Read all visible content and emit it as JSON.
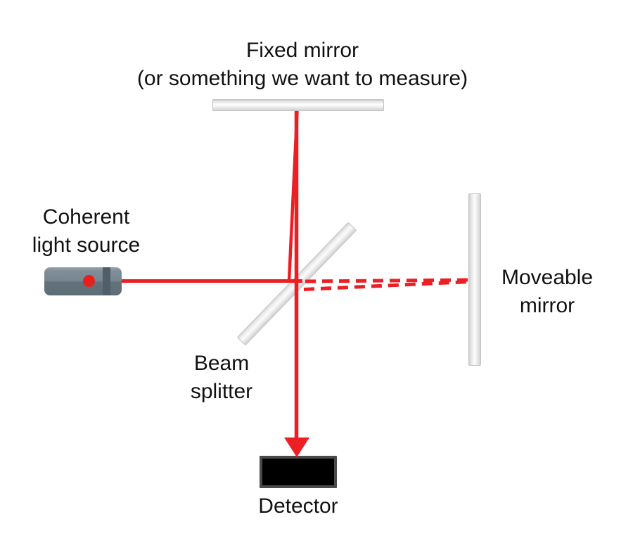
{
  "diagram": {
    "subject": "Michelson interferometer optical layout"
  },
  "labels": {
    "fixed_mirror": {
      "line1": "Fixed mirror",
      "line2": "(or something we want to measure)"
    },
    "light_source": {
      "line1": "Coherent",
      "line2": "light source"
    },
    "beam_splitter": {
      "line1": "Beam",
      "line2": "splitter"
    },
    "moveable_mirror": {
      "line1": "Moveable",
      "line2": "mirror"
    },
    "detector": {
      "label": "Detector"
    }
  },
  "colors": {
    "beam_red": "#ec1f24",
    "laser_dot_red": "#e8201c",
    "laser_band": "#4f5e68",
    "detector_black": "#000000",
    "detector_border": "#4a4a4a",
    "mirror_gray": "#e0e0e0",
    "text_black": "#111111"
  }
}
